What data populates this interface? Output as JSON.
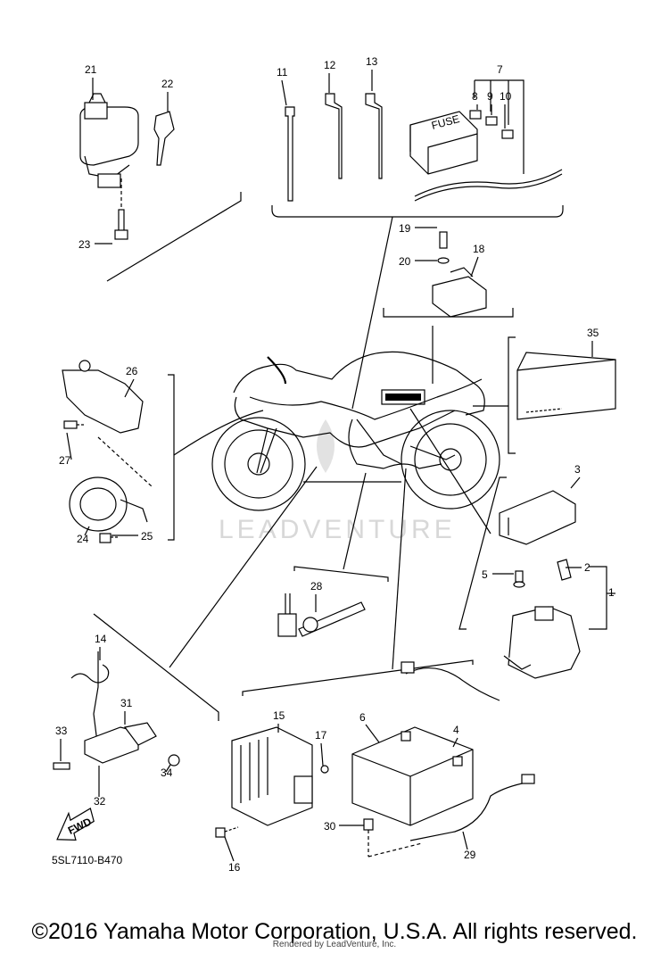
{
  "diagram": {
    "part_code": "5SL7110-B470",
    "fwd_label": "FWD",
    "watermark": "LEADVENTURE",
    "fuse_label": "FUSE",
    "callouts": [
      "1",
      "2",
      "3",
      "4",
      "5",
      "6",
      "7",
      "8",
      "9",
      "10",
      "11",
      "12",
      "13",
      "14",
      "15",
      "16",
      "17",
      "18",
      "19",
      "20",
      "21",
      "22",
      "23",
      "24",
      "25",
      "26",
      "27",
      "28",
      "29",
      "30",
      "31",
      "32",
      "33",
      "34",
      "35"
    ]
  },
  "footer": {
    "copyright": "©2016 Yamaha Motor Corporation, U.S.A. All rights reserved.",
    "rendered_by": "Rendered by LeadVenture, Inc."
  }
}
